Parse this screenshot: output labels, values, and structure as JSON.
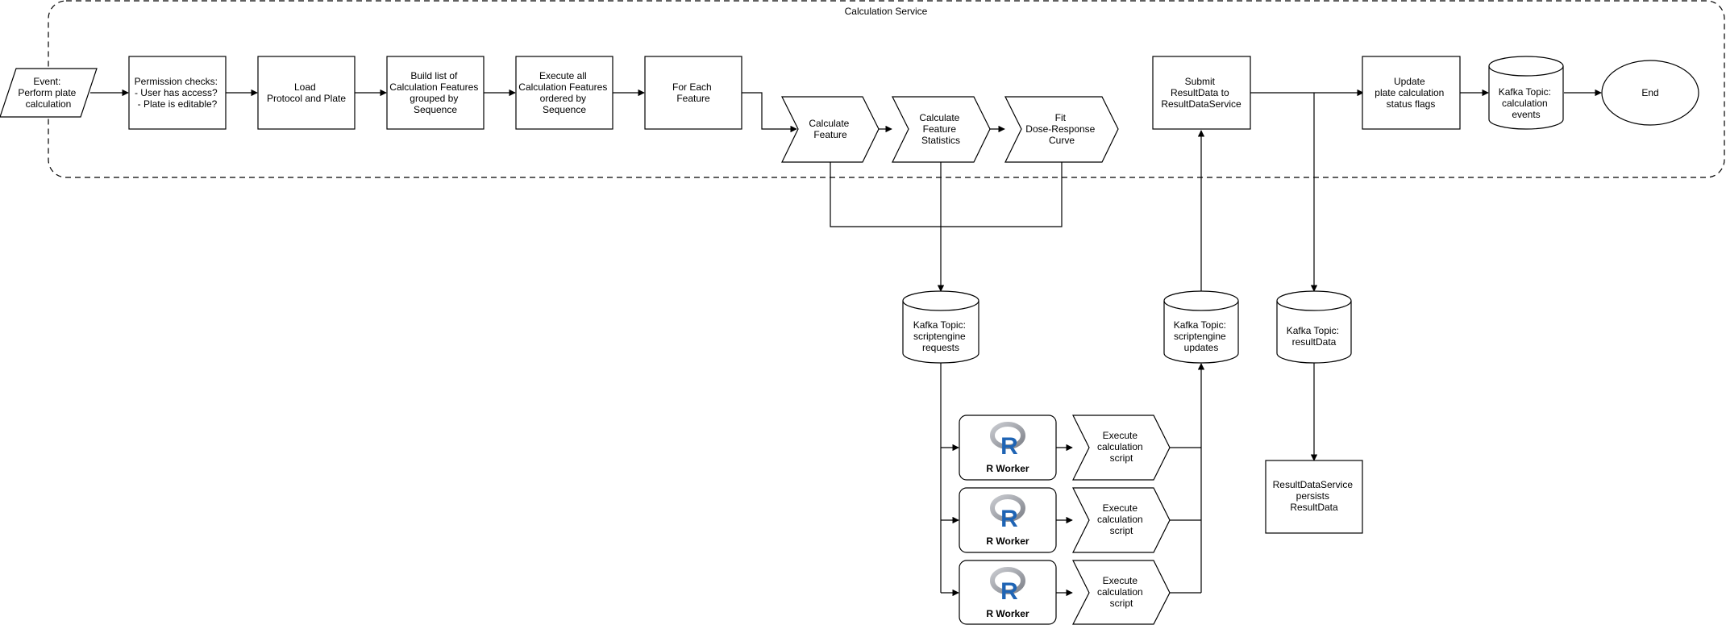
{
  "container": {
    "label": "Calculation Service"
  },
  "nodes": {
    "event": [
      "Event:",
      "Perform plate",
      "calculation"
    ],
    "permission": [
      "Permission checks:",
      "- User has access?",
      "- Plate is editable?"
    ],
    "load": [
      "Load",
      "Protocol and Plate"
    ],
    "build": [
      "Build list of",
      "Calculation Features",
      "grouped by",
      "Sequence"
    ],
    "execute_all": [
      "Execute all",
      "Calculation Features",
      "ordered by",
      "Sequence"
    ],
    "for_each": [
      "For Each",
      "Feature"
    ],
    "calc_feature": [
      "Calculate",
      "Feature"
    ],
    "calc_stats": [
      "Calculate",
      "Feature",
      "Statistics"
    ],
    "fit_curve": [
      "Fit",
      "Dose-Response",
      "Curve"
    ],
    "submit": [
      "Submit",
      "ResultData to",
      "ResultDataService"
    ],
    "update_flags": [
      "Update",
      "plate calculation",
      "status flags"
    ],
    "kafka_calc_events": [
      "Kafka Topic:",
      "calculation",
      "events"
    ],
    "end": [
      "End"
    ],
    "kafka_requests": [
      "Kafka Topic:",
      "scriptengine",
      "requests"
    ],
    "kafka_updates": [
      "Kafka Topic:",
      "scriptengine",
      "updates"
    ],
    "kafka_resultdata": [
      "Kafka Topic:",
      "resultData"
    ],
    "rds_persists": [
      "ResultDataService",
      "persists",
      "ResultData"
    ]
  },
  "workers": [
    {
      "label": "R Worker",
      "script": [
        "Execute",
        "calculation",
        "script"
      ]
    },
    {
      "label": "R Worker",
      "script": [
        "Execute",
        "calculation",
        "script"
      ]
    },
    {
      "label": "R Worker",
      "script": [
        "Execute",
        "calculation",
        "script"
      ]
    }
  ],
  "logo_letter": "R",
  "colors": {
    "stroke": "#000000",
    "fill": "#ffffff",
    "r_logo_blue": "#1f64b4",
    "r_logo_gray": "#9a9ca3"
  }
}
